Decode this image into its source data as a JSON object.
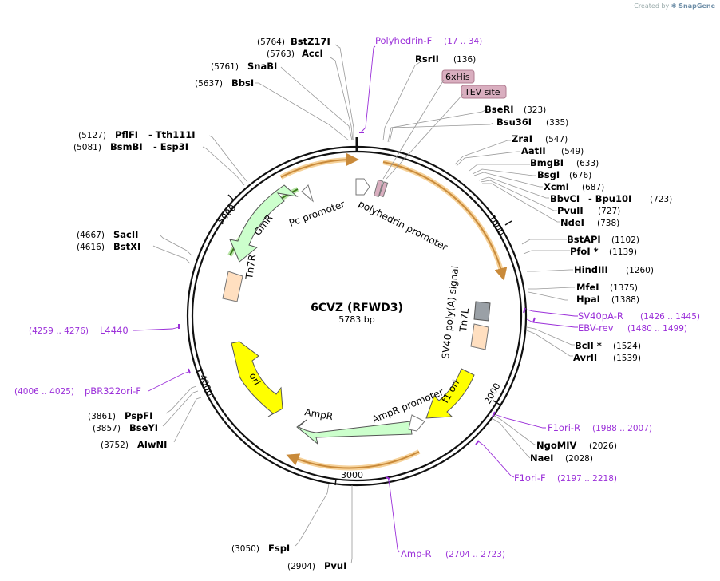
{
  "header": {
    "credit_prefix": "Created by",
    "credit_brand": "SnapGene"
  },
  "plasmid": {
    "name": "6CVZ (RFWD3)",
    "length_label": "5783 bp",
    "length": 5783
  },
  "ticks": [
    {
      "label": "1000",
      "pos": 1000
    },
    {
      "label": "2000",
      "pos": 2000
    },
    {
      "label": "3000",
      "pos": 3000
    },
    {
      "label": "4000",
      "pos": 4000
    },
    {
      "label": "5000",
      "pos": 5000
    }
  ],
  "colors": {
    "primer": "#9b30d9",
    "promoter_arrow": "#c98a3a",
    "promoter_glow": "#f6d29a",
    "ori": "#ffff00",
    "ampr": "#ccffcc",
    "gmr": "#ccffcc",
    "tn7": "#ffdfc0",
    "terminator": "#9aa0a6",
    "tag_fill": "#d9aebf"
  },
  "features": [
    {
      "name": "polyhedrin promoter",
      "type": "arrow"
    },
    {
      "name": "Pc promoter",
      "type": "arrow"
    },
    {
      "name": "GmR",
      "type": "arrow"
    },
    {
      "name": "Tn7R",
      "type": "box"
    },
    {
      "name": "ori",
      "type": "arrow"
    },
    {
      "name": "AmpR",
      "type": "arrow"
    },
    {
      "name": "AmpR promoter",
      "type": "arrow"
    },
    {
      "name": "f1 ori",
      "type": "arrow"
    },
    {
      "name": "Tn7L",
      "type": "box"
    },
    {
      "name": "SV40 poly(A) signal",
      "type": "terminator"
    }
  ],
  "tags": [
    {
      "name": "6xHis"
    },
    {
      "name": "TEV site"
    }
  ],
  "sites": [
    {
      "name": "BstZ17I",
      "pos": "(5764)"
    },
    {
      "name": "AccI",
      "pos": "(5763)"
    },
    {
      "name": "SnaBI",
      "pos": "(5761)"
    },
    {
      "name": "BbsI",
      "pos": "(5637)"
    },
    {
      "name": "PflFI",
      "pos": "(5127)",
      "alias": "- Tth111I"
    },
    {
      "name": "BsmBI",
      "pos": "(5081)",
      "alias": "- Esp3I"
    },
    {
      "name": "SacII",
      "pos": "(4667)"
    },
    {
      "name": "BstXI",
      "pos": "(4616)"
    },
    {
      "name": "PspFI",
      "pos": "(3861)"
    },
    {
      "name": "BseYI",
      "pos": "(3857)"
    },
    {
      "name": "AlwNI",
      "pos": "(3752)"
    },
    {
      "name": "FspI",
      "pos": "(3050)"
    },
    {
      "name": "PvuI",
      "pos": "(2904)"
    },
    {
      "name": "RsrII",
      "pos": "(136)"
    },
    {
      "name": "BseRI",
      "pos": "(323)"
    },
    {
      "name": "Bsu36I",
      "pos": "(335)"
    },
    {
      "name": "ZraI",
      "pos": "(547)"
    },
    {
      "name": "AatII",
      "pos": "(549)"
    },
    {
      "name": "BmgBI",
      "pos": "(633)"
    },
    {
      "name": "BsgI",
      "pos": "(676)"
    },
    {
      "name": "XcmI",
      "pos": "(687)"
    },
    {
      "name": "BbvCI",
      "pos": "(723)",
      "alias": "- Bpu10I"
    },
    {
      "name": "PvuII",
      "pos": "(727)"
    },
    {
      "name": "NdeI",
      "pos": "(738)"
    },
    {
      "name": "BstAPI",
      "pos": "(1102)"
    },
    {
      "name": "PfoI *",
      "pos": "(1139)"
    },
    {
      "name": "HindIII",
      "pos": "(1260)"
    },
    {
      "name": "MfeI",
      "pos": "(1375)"
    },
    {
      "name": "HpaI",
      "pos": "(1388)"
    },
    {
      "name": "BclI *",
      "pos": "(1524)"
    },
    {
      "name": "AvrII",
      "pos": "(1539)"
    },
    {
      "name": "NgoMIV",
      "pos": "(2026)"
    },
    {
      "name": "NaeI",
      "pos": "(2028)"
    }
  ],
  "primers": [
    {
      "name": "Polyhedrin-F",
      "range": "(17 .. 34)"
    },
    {
      "name": "SV40pA-R",
      "range": "(1426 .. 1445)"
    },
    {
      "name": "EBV-rev",
      "range": "(1480 .. 1499)"
    },
    {
      "name": "F1ori-R",
      "range": "(1988 .. 2007)"
    },
    {
      "name": "F1ori-F",
      "range": "(2197 .. 2218)"
    },
    {
      "name": "Amp-R",
      "range": "(2704 .. 2723)"
    },
    {
      "name": "L4440",
      "range": "(4259 .. 4276)"
    },
    {
      "name": "pBR322ori-F",
      "range": "(4006 .. 4025)"
    }
  ]
}
